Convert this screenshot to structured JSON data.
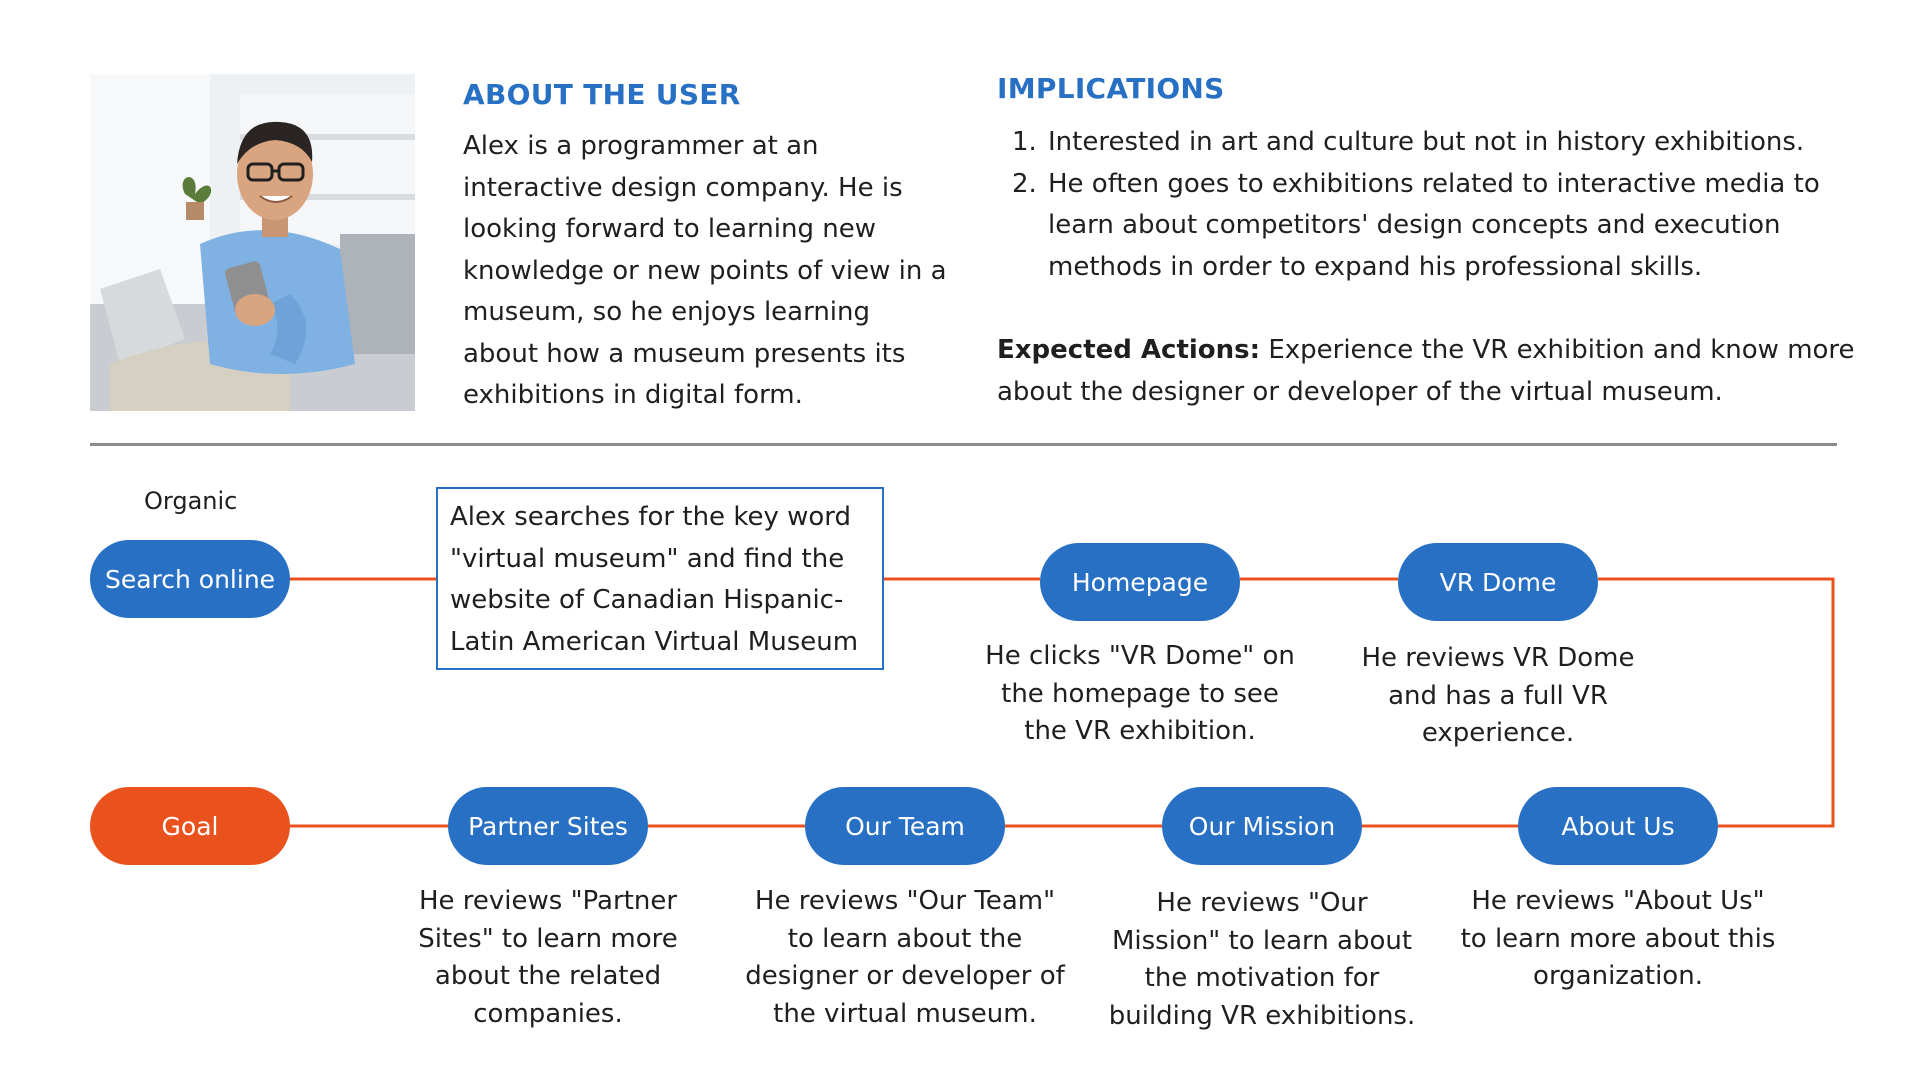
{
  "about": {
    "heading": "ABOUT THE USER",
    "text": "Alex is a programmer at an interactive design company. He is looking forward to learning new knowledge or new points of view in a museum, so he enjoys learning about how a museum presents its exhibitions in digital form."
  },
  "implications": {
    "heading": "IMPLICATIONS",
    "items": [
      {
        "num": "1.",
        "text": "Interested in art and culture but not in history exhibitions."
      },
      {
        "num": "2.",
        "text": "He often goes to exhibitions related to interactive media to learn about competitors' design concepts and execution methods in order to expand his professional skills."
      }
    ],
    "expected_label": "Expected Actions:",
    "expected_text": "Experience the VR exhibition and know more about the designer or developer of the virtual museum."
  },
  "journey": {
    "organic_label": "Organic",
    "search_online": "Search online",
    "search_box": "Alex searches for the key word \"virtual museum\" and find the website of Canadian Hispanic-Latin American Virtual Museum",
    "homepage": {
      "label": "Homepage",
      "caption": "He clicks \"VR Dome\" on the homepage to see the VR exhibition."
    },
    "vr_dome": {
      "label": "VR Dome",
      "caption": "He reviews VR Dome and has a full VR experience."
    },
    "about_us": {
      "label": "About Us",
      "caption": "He reviews \"About Us\" to learn more about this organization."
    },
    "our_mission": {
      "label": "Our Mission",
      "caption": "He reviews \"Our Mission\" to learn about the motivation for building VR exhibitions."
    },
    "our_team": {
      "label": "Our Team",
      "caption": "He reviews \"Our Team\" to learn about the designer or developer of the virtual museum."
    },
    "partner_sites": {
      "label": "Partner Sites",
      "caption": "He reviews \"Partner Sites\" to learn more about the related companies."
    },
    "goal": "Goal"
  },
  "colors": {
    "blue": "#2770c4",
    "orange": "#e9521d",
    "divider": "#8a8a8a"
  },
  "icons": {
    "photo": "user-photo"
  }
}
